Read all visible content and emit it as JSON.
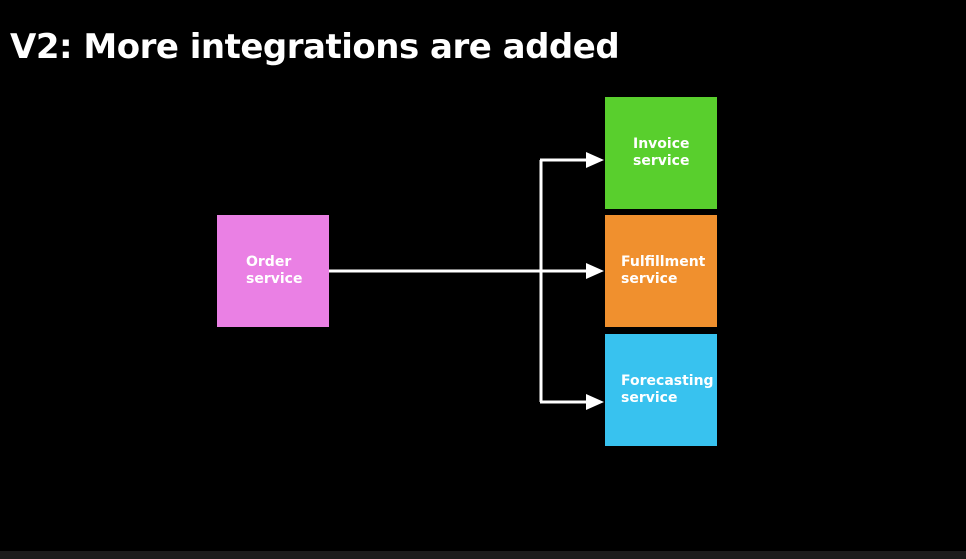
{
  "slide": {
    "title": "V2: More integrations are added"
  },
  "nodes": {
    "order": {
      "line1": "Order",
      "line2": "service",
      "color": "#ea80e4"
    },
    "invoice": {
      "line1": "Invoice",
      "line2": "service",
      "color": "#59cf2d"
    },
    "fulfillment": {
      "line1": "Fulfillment",
      "line2": "service",
      "color": "#f0902e"
    },
    "forecasting": {
      "line1": "Forecasting",
      "line2": "service",
      "color": "#38c2ef"
    }
  },
  "connectors": {
    "color": "#ffffff",
    "edges": [
      {
        "from": "order",
        "to": "invoice"
      },
      {
        "from": "order",
        "to": "fulfillment"
      },
      {
        "from": "order",
        "to": "forecasting"
      }
    ]
  }
}
